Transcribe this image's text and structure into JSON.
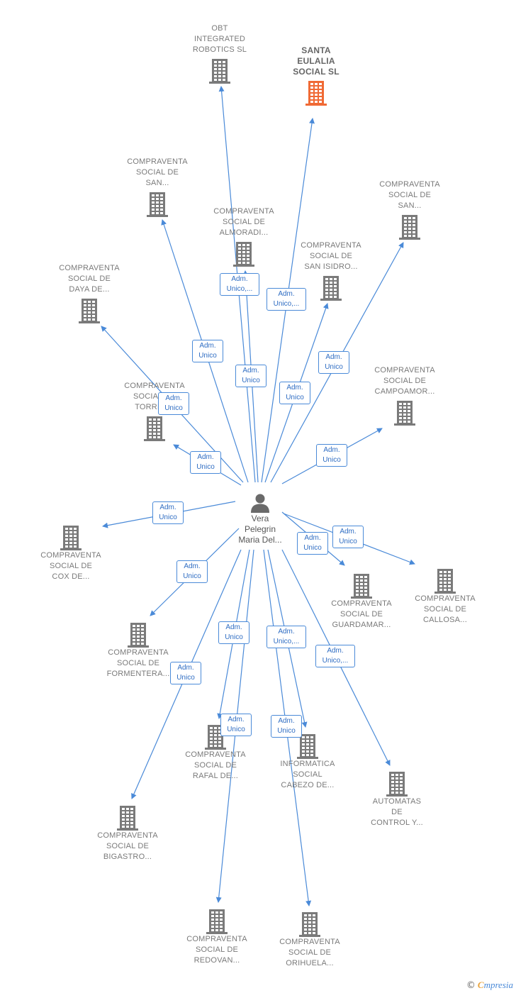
{
  "colors": {
    "edge": "#4a8ad8",
    "building": "#7a7a7a",
    "main_building": "#f06a35",
    "person": "#6a6a6a"
  },
  "center": {
    "name_lines": [
      "Vera",
      "Pelegrin",
      "Maria Del..."
    ],
    "icon": "person-icon"
  },
  "nodes": [
    {
      "id": "obt",
      "lines": [
        "OBT",
        "INTEGRATED",
        "ROBOTICS SL"
      ],
      "main": false
    },
    {
      "id": "santa-eulalia",
      "lines": [
        "SANTA",
        "EULALIA",
        "SOCIAL SL"
      ],
      "main": true
    },
    {
      "id": "cs-san-1",
      "lines": [
        "COMPRAVENTA",
        "SOCIAL DE",
        "SAN..."
      ],
      "main": false
    },
    {
      "id": "cs-almoradi",
      "lines": [
        "COMPRAVENTA",
        "SOCIAL DE",
        "ALMORADI..."
      ],
      "main": false
    },
    {
      "id": "cs-san-2",
      "lines": [
        "COMPRAVENTA",
        "SOCIAL DE",
        "SAN..."
      ],
      "main": false
    },
    {
      "id": "cs-san-isidro",
      "lines": [
        "COMPRAVENTA",
        "SOCIAL DE",
        "SAN ISIDRO..."
      ],
      "main": false
    },
    {
      "id": "cs-daya",
      "lines": [
        "COMPRAVENTA",
        "SOCIAL DE",
        "DAYA DE..."
      ],
      "main": false
    },
    {
      "id": "cs-torrev",
      "lines": [
        "COMPRAVENTA",
        "SOCIAL DE",
        "TORREV..."
      ],
      "main": false
    },
    {
      "id": "cs-campoamor",
      "lines": [
        "COMPRAVENTA",
        "SOCIAL DE",
        "CAMPOAMOR..."
      ],
      "main": false
    },
    {
      "id": "cs-cox",
      "lines": [
        "COMPRAVENTA",
        "SOCIAL DE",
        "COX DE..."
      ],
      "main": false
    },
    {
      "id": "cs-guardamar",
      "lines": [
        "COMPRAVENTA",
        "SOCIAL DE",
        "GUARDAMAR..."
      ],
      "main": false
    },
    {
      "id": "cs-callosa",
      "lines": [
        "COMPRAVENTA",
        "SOCIAL DE",
        "CALLOSA..."
      ],
      "main": false
    },
    {
      "id": "cs-formentera",
      "lines": [
        "COMPRAVENTA",
        "SOCIAL DE",
        "FORMENTERA..."
      ],
      "main": false
    },
    {
      "id": "cs-rafal",
      "lines": [
        "COMPRAVENTA",
        "SOCIAL DE",
        "RAFAL DE..."
      ],
      "main": false
    },
    {
      "id": "informatica",
      "lines": [
        "INFORMATICA",
        "SOCIAL",
        "CABEZO DE..."
      ],
      "main": false
    },
    {
      "id": "automatas",
      "lines": [
        "AUTOMATAS",
        "DE",
        "CONTROL Y..."
      ],
      "main": false
    },
    {
      "id": "cs-bigastro",
      "lines": [
        "COMPRAVENTA",
        "SOCIAL DE",
        "BIGASTRO..."
      ],
      "main": false
    },
    {
      "id": "cs-redovan",
      "lines": [
        "COMPRAVENTA",
        "SOCIAL DE",
        "REDOVAN..."
      ],
      "main": false
    },
    {
      "id": "cs-orihuela",
      "lines": [
        "COMPRAVENTA",
        "SOCIAL DE",
        "ORIHUELA..."
      ],
      "main": false
    }
  ],
  "edges": [
    {
      "to": "obt",
      "label": [
        "Adm.",
        "Unico,..."
      ]
    },
    {
      "to": "santa-eulalia",
      "label": [
        "Adm.",
        "Unico,..."
      ]
    },
    {
      "to": "cs-san-1",
      "label": [
        "Adm.",
        "Unico"
      ]
    },
    {
      "to": "cs-almoradi",
      "label": [
        "Adm.",
        "Unico"
      ]
    },
    {
      "to": "cs-san-2",
      "label": [
        "Adm.",
        "Unico"
      ]
    },
    {
      "to": "cs-san-isidro",
      "label": [
        "Adm.",
        "Unico"
      ]
    },
    {
      "to": "cs-daya",
      "label": [
        "Adm.",
        "Unico"
      ]
    },
    {
      "to": "cs-torrev",
      "label": [
        "Adm.",
        "Unico"
      ]
    },
    {
      "to": "cs-campoamor",
      "label": [
        "Adm.",
        "Unico"
      ]
    },
    {
      "to": "cs-cox",
      "label": [
        "Adm.",
        "Unico"
      ]
    },
    {
      "to": "cs-guardamar",
      "label": [
        "Adm.",
        "Unico"
      ]
    },
    {
      "to": "cs-callosa",
      "label": [
        "Adm.",
        "Unico"
      ]
    },
    {
      "to": "cs-formentera",
      "label": [
        "Adm.",
        "Unico"
      ]
    },
    {
      "to": "cs-rafal",
      "label": [
        "Adm.",
        "Unico"
      ]
    },
    {
      "to": "informatica",
      "label": [
        "Adm.",
        "Unico,..."
      ]
    },
    {
      "to": "automatas",
      "label": [
        "Adm.",
        "Unico,..."
      ]
    },
    {
      "to": "cs-bigastro",
      "label": [
        "Adm.",
        "Unico"
      ]
    },
    {
      "to": "cs-redovan",
      "label": [
        "Adm.",
        "Unico"
      ]
    },
    {
      "to": "cs-orihuela",
      "label": [
        "Adm.",
        "Unico"
      ]
    }
  ],
  "brand": {
    "copyright": "©",
    "name_first": "C",
    "name_rest": "mpresia"
  }
}
